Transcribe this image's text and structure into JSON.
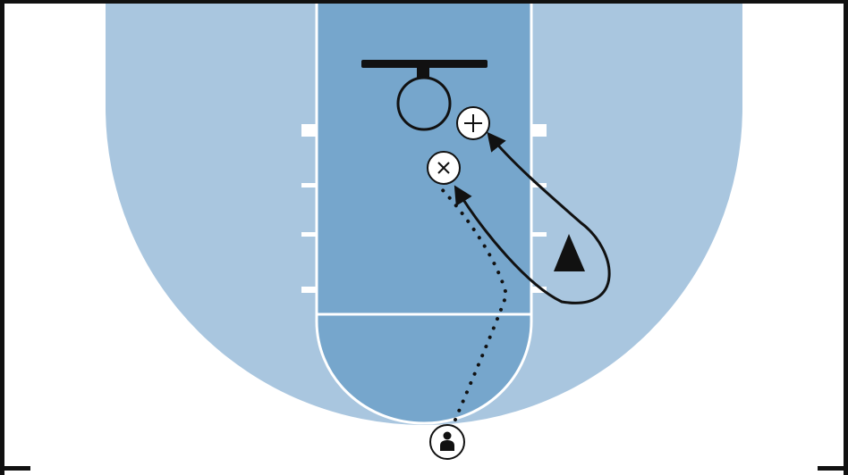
{
  "colors": {
    "frame": "#111111",
    "three_point_area": "#a9c6df",
    "paint": "#76a6cc",
    "lines": "#ffffff",
    "marker_fill": "#ffffff",
    "marker_stroke": "#111111",
    "path_stroke": "#111111"
  },
  "markers": {
    "offense_plus": {
      "icon": "plus-icon",
      "symbol": "+"
    },
    "offense_x": {
      "icon": "x-icon",
      "symbol": "×"
    },
    "coach": {
      "icon": "person-icon"
    },
    "defender": {
      "icon": "triangle-icon"
    }
  },
  "paths": {
    "dribble_line": {
      "style": "dotted",
      "icon": "dribble-path"
    },
    "cut_line": {
      "style": "solid",
      "icon": "cut-path-with-arrow"
    }
  }
}
